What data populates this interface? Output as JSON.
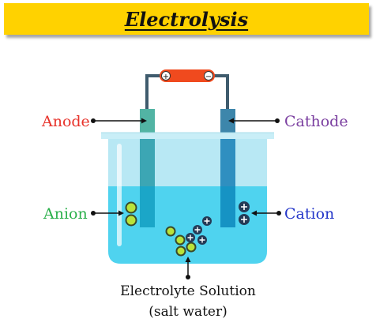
{
  "title": "Electrolysis",
  "labels": {
    "anode": "Anode",
    "cathode": "Cathode",
    "anion": "Anion",
    "cation": "Cation",
    "solution_line1": "Electrolyte Solution",
    "solution_line2": "(salt water)"
  },
  "battery": {
    "positive": "+",
    "negative": "−"
  },
  "colors": {
    "banner": "#ffd200",
    "anode_label": "#e8342c",
    "cathode_label": "#7b3fa0",
    "anion_label": "#2bb04b",
    "cation_label": "#2436c9",
    "anion_particle": "#b9e33a",
    "cation_particle": "#243a56",
    "electrolyte": "#4fd3ef",
    "beaker": "#b5e6f3",
    "battery": "#f04a1e"
  }
}
